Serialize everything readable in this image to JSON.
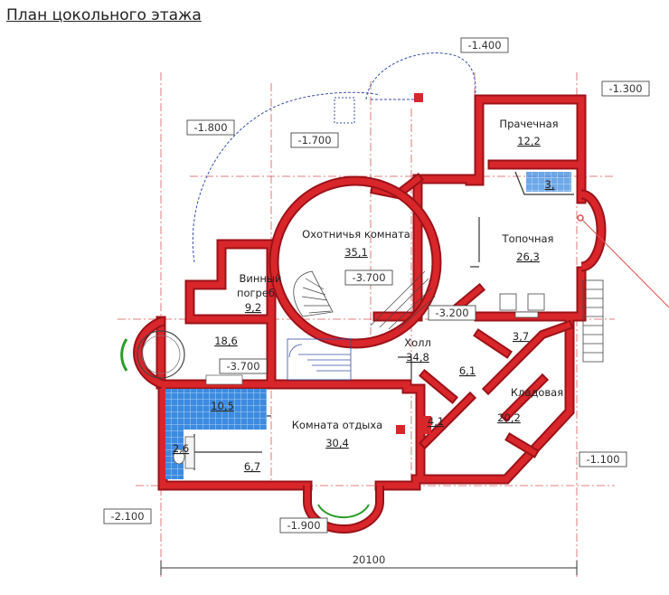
{
  "title": "План цокольного этажа",
  "rooms": {
    "prachechnaya": {
      "name": "Прачечная",
      "area": "12,2"
    },
    "okhotnichya": {
      "name": "Охотничья комната",
      "area": "35,1"
    },
    "topochnaya": {
      "name": "Топочная",
      "area": "26,3"
    },
    "vinny": {
      "name_line1": "Винный",
      "name_line2": "погреб",
      "area": "9,2"
    },
    "round_room": {
      "area": "18,6"
    },
    "kholl": {
      "name": "Холл",
      "area": "34,8"
    },
    "kladovaya": {
      "name": "Кладовая",
      "area": "20,2"
    },
    "bath": {
      "area": "10,5"
    },
    "toilet": {
      "area": "2,6"
    },
    "komnata_otdykha": {
      "name": "Комната отдыха",
      "area": "30,4"
    },
    "small_67": {
      "area": "6,7"
    },
    "small_61": {
      "area": "6,1"
    },
    "small_37": {
      "area": "3,7"
    },
    "small_41": {
      "area": "4,1"
    },
    "small_3": {
      "area": "3,"
    }
  },
  "levels": [
    "-1.400",
    "-1.300",
    "-1.800",
    "-1.700",
    "-3.700",
    "-3.200",
    "-3.700",
    "-1.100",
    "-2.100",
    "-1.900"
  ],
  "dimension": "20100",
  "colors": {
    "wall": "#d8262a",
    "wall_edge": "#9b1218",
    "tile": "#2f7fd6",
    "grid": "#d23c3c",
    "glass": "#2a9d2a"
  }
}
